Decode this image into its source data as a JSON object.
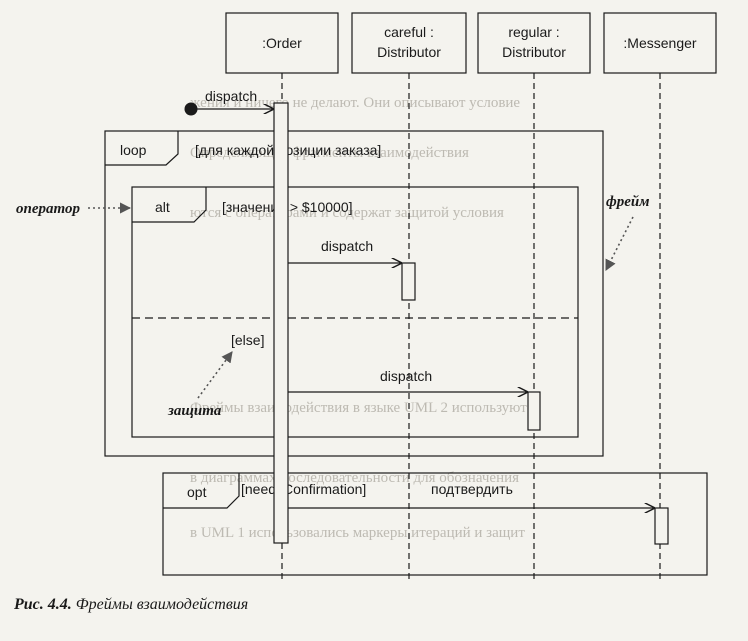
{
  "participants": [
    {
      "id": "order",
      "lines": [
        ":Order"
      ]
    },
    {
      "id": "careful",
      "lines": [
        "careful :",
        "Distributor"
      ]
    },
    {
      "id": "regular",
      "lines": [
        "regular :",
        "Distributor"
      ]
    },
    {
      "id": "messenger",
      "lines": [
        ":Messenger"
      ]
    }
  ],
  "messages": {
    "found": "dispatch",
    "careful": "dispatch",
    "regular": "dispatch",
    "confirm": "подтвердить"
  },
  "frames": {
    "loop": {
      "operator": "loop",
      "guard": "[для каждой позиции заказа]"
    },
    "alt": {
      "operator": "alt",
      "guard1": "[значение > $10000]",
      "guard2": "[else]"
    },
    "opt": {
      "operator": "opt",
      "guard": "[needsConfirmation]"
    }
  },
  "annotations": {
    "operator": "оператор",
    "frame": "фрейм",
    "guard": "защита"
  },
  "caption": {
    "label": "Рис. 4.4.",
    "text": "Фреймы взаимодействия"
  }
}
